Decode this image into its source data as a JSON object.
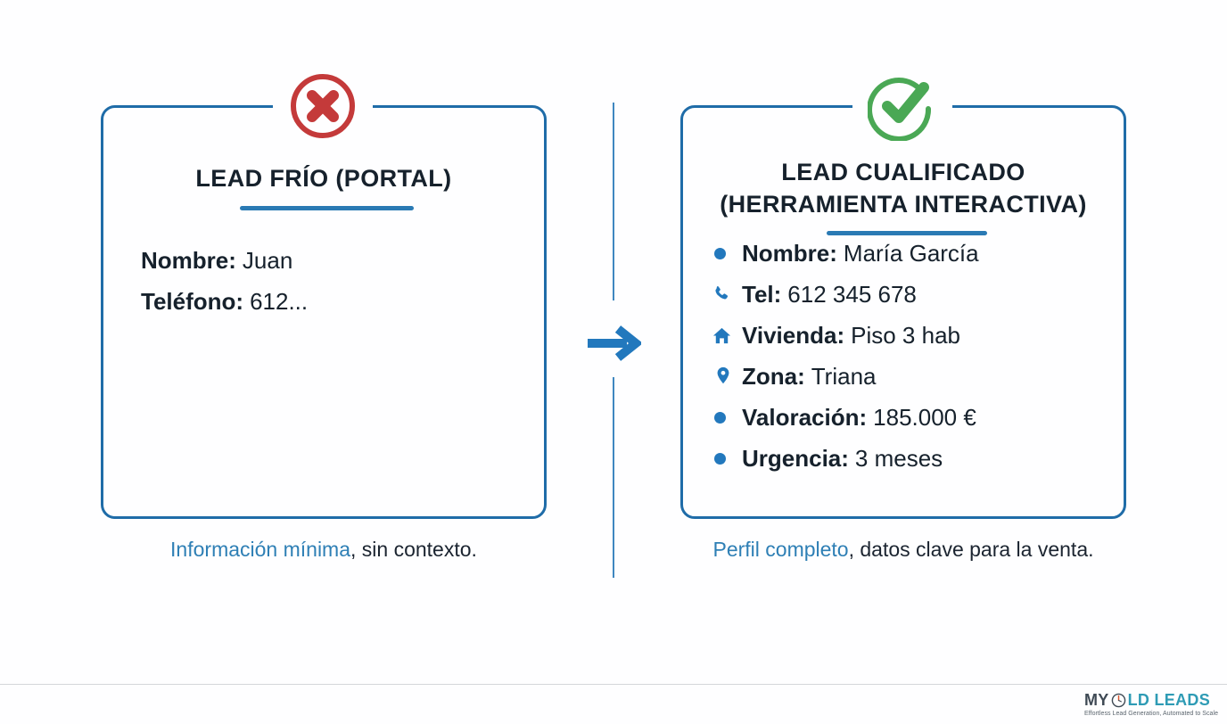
{
  "colors": {
    "card_border": "#1f6ca8",
    "accent_blue": "#2278bd",
    "rule_blue": "#2a7ab4",
    "danger_red": "#c43a3a",
    "success_green": "#4aa855",
    "text_dark": "#16212c",
    "caption_highlight": "#2e7fb5",
    "background": "#fefeff"
  },
  "left_card": {
    "badge_icon": "circle-x-icon",
    "badge_state": "negative",
    "title": "LEAD FRÍO (PORTAL)",
    "fields": [
      {
        "icon": "none",
        "label": "Nombre:",
        "value": "Juan"
      },
      {
        "icon": "none",
        "label": "Teléfono:",
        "value": "612..."
      }
    ],
    "caption_highlight": "Información mínima",
    "caption_rest": ", sin contexto."
  },
  "right_card": {
    "badge_icon": "circle-check-icon",
    "badge_state": "positive",
    "title_line1": "LEAD CUALIFICADO",
    "title_line2": "(HERRAMIENTA INTERACTIVA)",
    "fields": [
      {
        "icon": "bullet-dot-icon",
        "label": "Nombre:",
        "value": "María García"
      },
      {
        "icon": "phone-icon",
        "label": "Tel:",
        "value": "612 345 678"
      },
      {
        "icon": "home-icon",
        "label": "Vivienda:",
        "value": "Piso 3 hab"
      },
      {
        "icon": "map-pin-icon",
        "label": "Zona:",
        "value": "Triana"
      },
      {
        "icon": "bullet-dot-icon",
        "label": "Valoración:",
        "value": "185.000 €"
      },
      {
        "icon": "bullet-dot-icon",
        "label": "Urgencia:",
        "value": "3 meses"
      }
    ],
    "caption_highlight": "Perfil completo",
    "caption_rest": ", datos clave para la venta."
  },
  "divider": {
    "arrow_icon": "arrow-right-icon",
    "direction": "left-to-right"
  },
  "footer": {
    "brand_part1": "MY",
    "brand_mark_icon": "clock-dial-icon",
    "brand_part2": "LD LEADS",
    "tagline": "Effortless Lead Generation, Automated to Scale"
  }
}
